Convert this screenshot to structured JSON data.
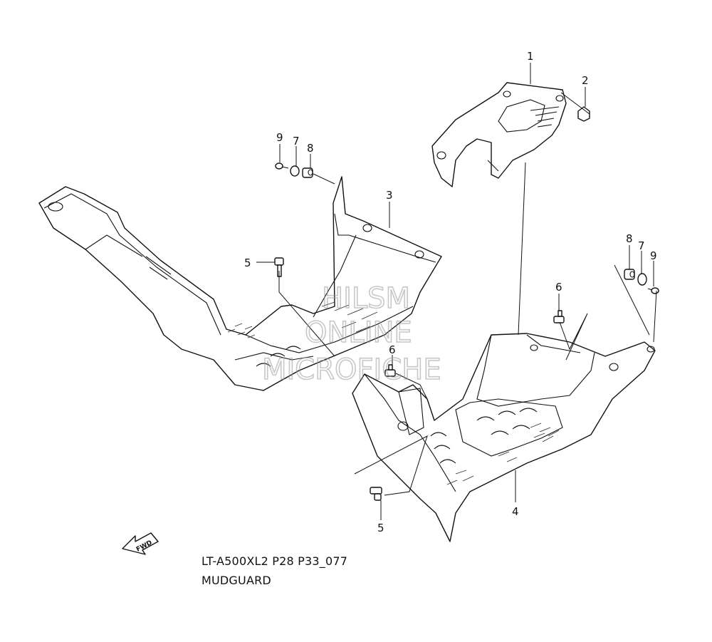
{
  "caption": {
    "model_code": "LT-A500XL2 P28 P33_077",
    "section_name": "MUDGUARD"
  },
  "watermark": {
    "lines": [
      "HILSM",
      "ONLINE",
      "MICROFICHE"
    ]
  },
  "fwd_arrow": {
    "label": "FWD"
  },
  "callouts": {
    "c1": "1",
    "c2": "2",
    "c3": "3",
    "c4": "4",
    "c5a": "5",
    "c5b": "5",
    "c6a": "6",
    "c6b": "6",
    "c7a": "7",
    "c7b": "7",
    "c8a": "8",
    "c8b": "8",
    "c9a": "9",
    "c9b": "9"
  }
}
